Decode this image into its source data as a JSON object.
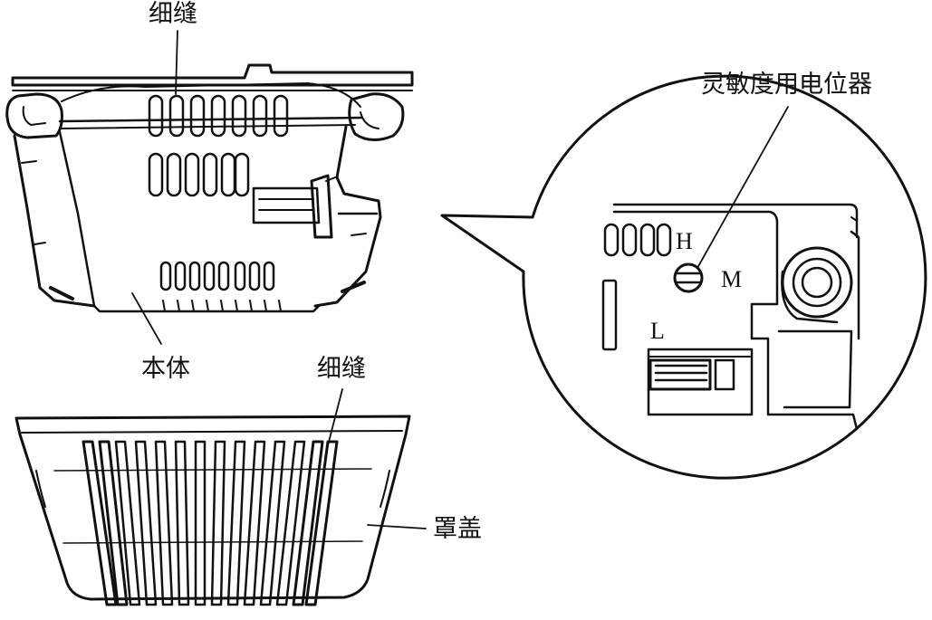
{
  "labels": {
    "slit_top": "细缝",
    "body": "本体",
    "slit_cover": "细缝",
    "cover": "罩盖",
    "potentiometer": "灵敏度用电位器"
  },
  "settings": {
    "high": "H",
    "medium": "M",
    "low": "L"
  },
  "colors": {
    "ink": "#111111",
    "background": "#ffffff"
  }
}
